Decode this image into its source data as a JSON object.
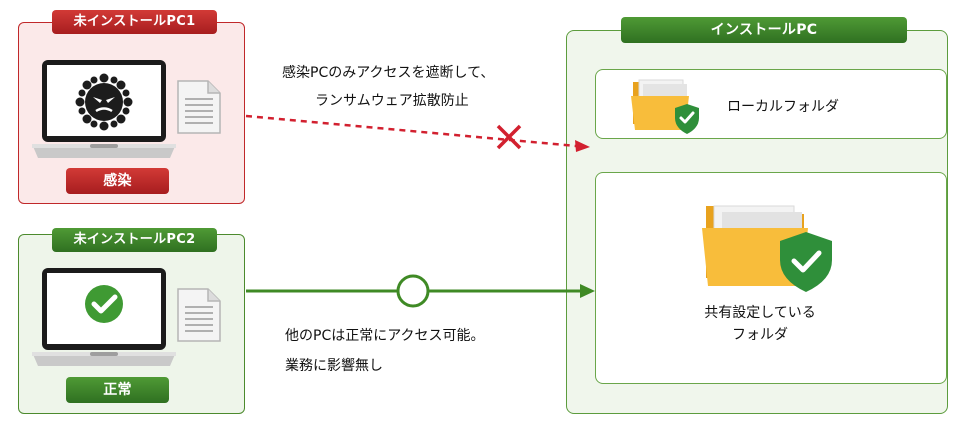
{
  "pc1": {
    "title": "未インストールPC1",
    "status": "感染"
  },
  "pc2": {
    "title": "未インストールPC2",
    "status": "正常"
  },
  "installed": {
    "title": "インストールPC",
    "local_folder": "ローカルフォルダ",
    "shared_folder_line1": "共有設定している",
    "shared_folder_line2": "フォルダ"
  },
  "messages": {
    "blocked_line1": "感染PCのみアクセスを遮断して、",
    "blocked_line2": "ランサムウェア拡散防止",
    "allowed_line1": "他のPCは正常にアクセス可能。",
    "allowed_line2": "業務に影響無し"
  },
  "colors": {
    "danger": "#c0282a",
    "success": "#4c8a2d",
    "arrow_blocked": "#d2202f",
    "arrow_allowed": "#3f8a25",
    "folder": "#f6b733"
  },
  "icons": {
    "virus": "virus-icon",
    "check": "check-icon",
    "document": "document-icon",
    "folder": "folder-icon",
    "shield": "shield-check-icon",
    "block": "x-mark-icon",
    "allow": "circle-icon"
  }
}
